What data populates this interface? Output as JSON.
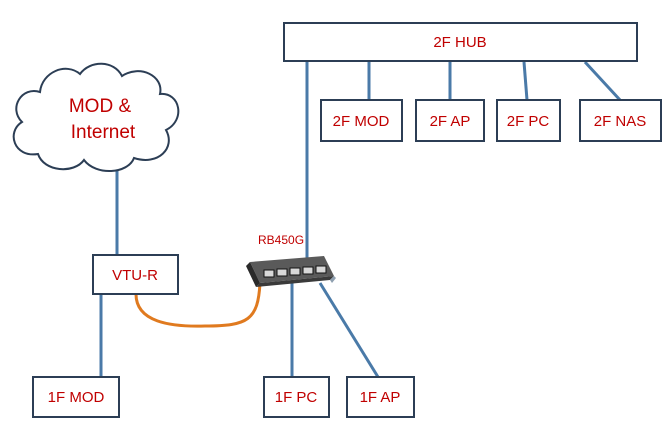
{
  "cloud": {
    "line1": "MOD &",
    "line2": "Internet"
  },
  "hub": {
    "label": "2F HUB"
  },
  "second_floor": {
    "mod": "2F MOD",
    "ap": "2F AP",
    "pc": "2F PC",
    "nas": "2F NAS"
  },
  "vtu": {
    "label": "VTU-R"
  },
  "router": {
    "label": "RB450G",
    "ports": 5
  },
  "first_floor": {
    "mod": "1F MOD",
    "pc": "1F PC",
    "ap": "1F AP"
  },
  "colors": {
    "link": "#4a7aa8",
    "cable": "#e07a1f",
    "label": "#c00000",
    "box_border": "#2c3e55"
  }
}
